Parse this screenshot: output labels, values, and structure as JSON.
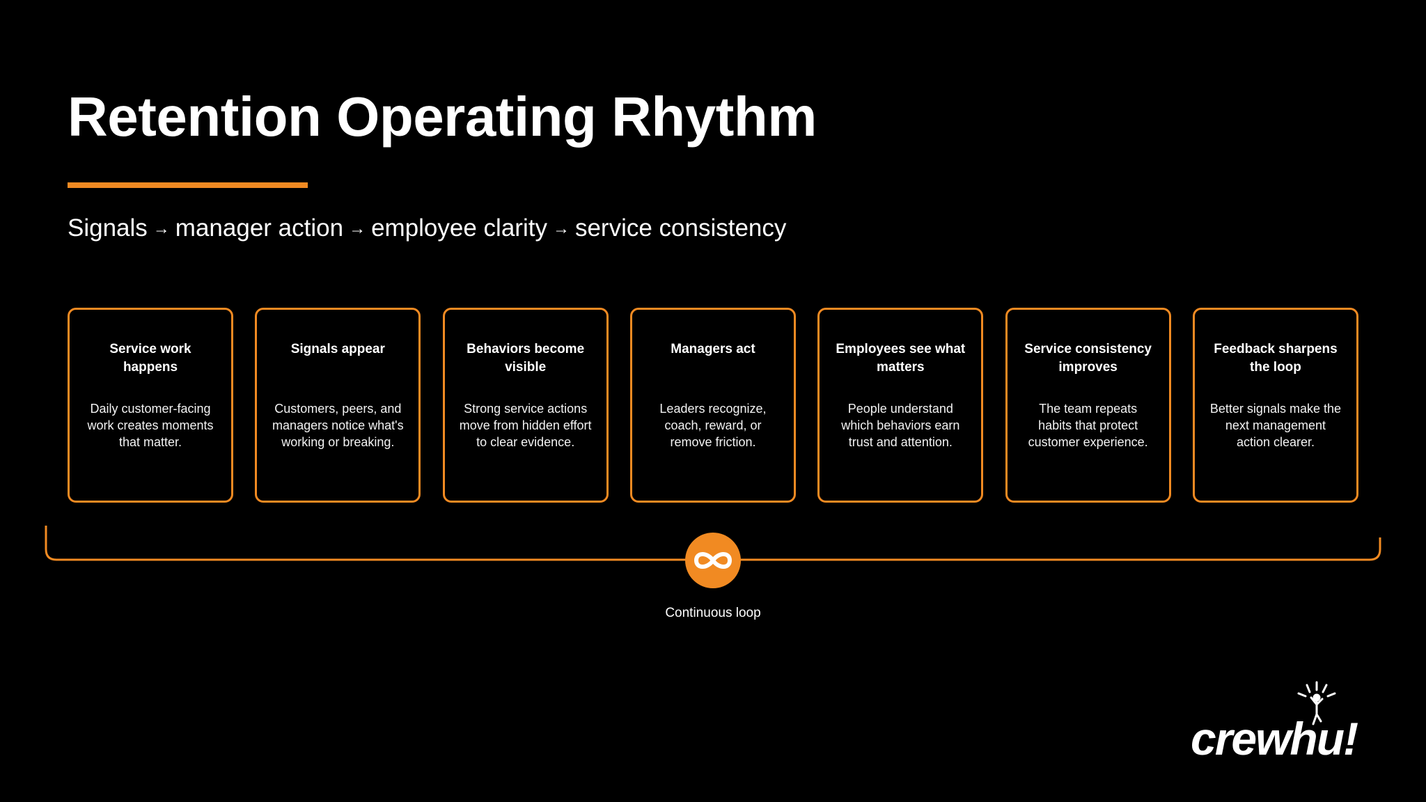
{
  "title": "Retention Operating Rhythm",
  "subtitle": {
    "steps": [
      "Signals",
      "manager action",
      "employee clarity",
      "service consistency"
    ],
    "separator": "→"
  },
  "cards": [
    {
      "title": "Service work happens",
      "text": "Daily customer-facing work creates moments that matter."
    },
    {
      "title": "Signals appear",
      "text": "Customers, peers, and managers notice what's working or breaking."
    },
    {
      "title": "Behaviors become visible",
      "text": "Strong service actions move from hidden effort to clear evidence."
    },
    {
      "title": "Managers act",
      "text": "Leaders recognize, coach, reward, or remove friction."
    },
    {
      "title": "Employees see what matters",
      "text": "People understand which behaviors earn trust and attention."
    },
    {
      "title": "Service consistency improves",
      "text": "The team repeats habits that protect customer experience."
    },
    {
      "title": "Feedback sharpens the loop",
      "text": "Better signals make the next management action clearer."
    }
  ],
  "loop": {
    "label": "Continuous loop",
    "icon": "infinity-icon"
  },
  "logo": {
    "text": "crewhu!"
  },
  "colors": {
    "accent": "#F18A22",
    "background": "#000000",
    "text": "#FFFFFF"
  }
}
